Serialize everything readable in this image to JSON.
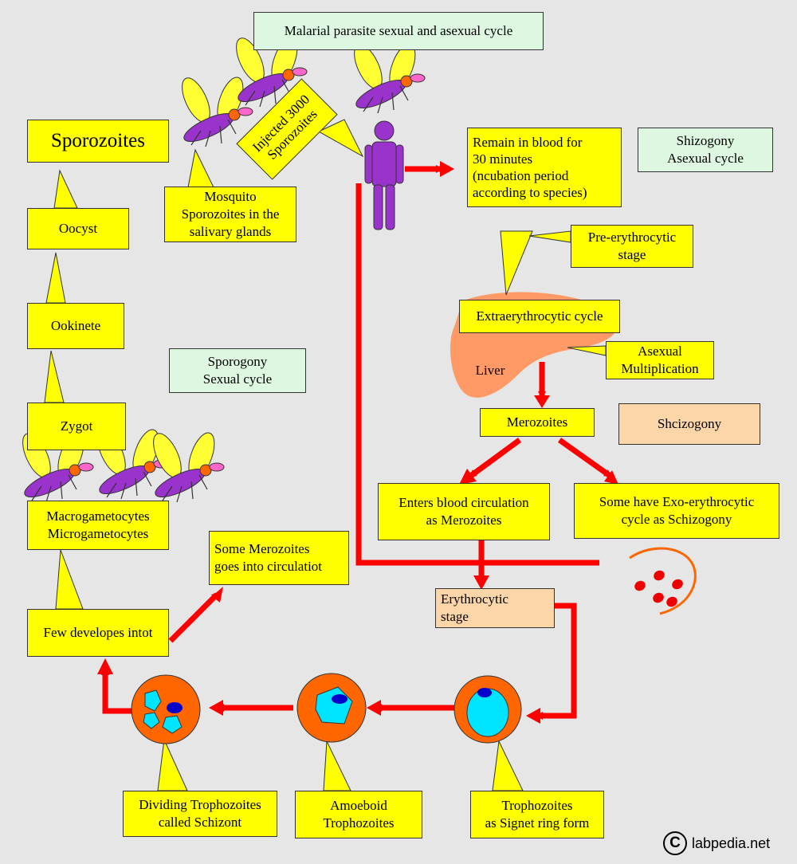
{
  "title": "Malarial parasite sexual and asexual cycle",
  "boxes": {
    "sporozoites": "Sporozoites",
    "oocyst": "Oocyst",
    "ookinete": "Ookinete",
    "zygot": "Zygot",
    "gametocytes": "Macrogametocytes\nMicrogametocytes",
    "few_develops": "Few developes intot",
    "some_merozoites": "Some Merozoites\ngoes into circulatiot",
    "mosquito_sporozoites": "Mosquito\nSporozoites in the\nsalivary glands",
    "injected": "Injected 3000\nSporozoites",
    "remain_blood": "Remain in blood for\n30 minutes\n(ncubation period\naccording to species)",
    "pre_erythrocytic": "Pre-erythrocytic\nstage",
    "extraerythrocytic": "Extraerythrocytic cycle",
    "asexual_multiplication": "Asexual\nMultiplication",
    "merozoites": "Merozoites",
    "enters_blood": "Enters blood circulation\nas Merozoites",
    "some_have_exo": "Some have Exo-erythrocytic\ncycle  as  Schizogony",
    "erythrocytic": "Erythrocytic\nstage",
    "trophozoites_signet": "Trophozoites\nas Signet ring form",
    "amoeboid": "Amoeboid\nTrophozoites",
    "dividing": "Dividing Trophozoites\ncalled Schizont"
  },
  "labels": {
    "shizogony": "Shizogony\nAsexual cycle",
    "sporogony": "Sporogony\nSexual cycle",
    "shcizogony": "Shcizogony",
    "liver": "Liver"
  },
  "footer": {
    "copyright_symbol": "C",
    "site": "labpedia.net"
  },
  "colors": {
    "background": "#e6e6e6",
    "box_yellow": "#ffff00",
    "label_green": "#ddf7e0",
    "label_salmon": "#fcd5a8",
    "arrow_red": "#ff0000",
    "cell_orange": "#ff6600",
    "nucleus_cyan": "#00e5ff",
    "nucleus_blue": "#0000cc",
    "mosquito_purple": "#9933cc",
    "mosquito_wing": "#ffff33",
    "human_purple": "#9933cc",
    "liver_salmon": "#ff9966"
  },
  "icons": [
    "mosquito-icon",
    "human-figure-icon",
    "liver-shape",
    "red-blood-cell-icon",
    "copyright-icon"
  ]
}
